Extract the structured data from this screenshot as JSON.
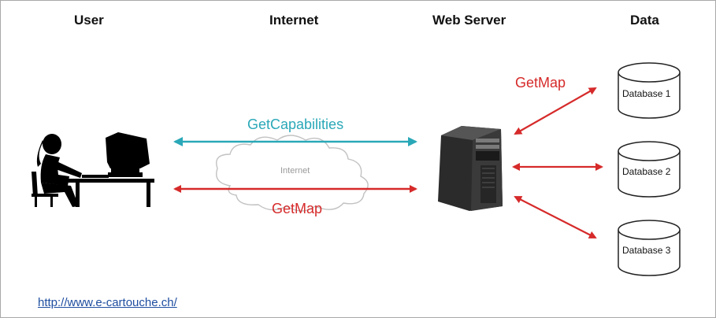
{
  "headings": {
    "user": "User",
    "internet": "Internet",
    "web_server": "Web Server",
    "data": "Data"
  },
  "arrows": {
    "get_capabilities": "GetCapabilities",
    "get_map_user": "GetMap",
    "get_map_server": "GetMap"
  },
  "cloud_label": "Internet",
  "databases": [
    "Database 1",
    "Database 2",
    "Database 3"
  ],
  "source_link": "http://www.e-cartouche.ch/",
  "colors": {
    "teal_arrow": "#2aa8b8",
    "red_arrow": "#d62a2a",
    "link": "#1f4ea0"
  }
}
